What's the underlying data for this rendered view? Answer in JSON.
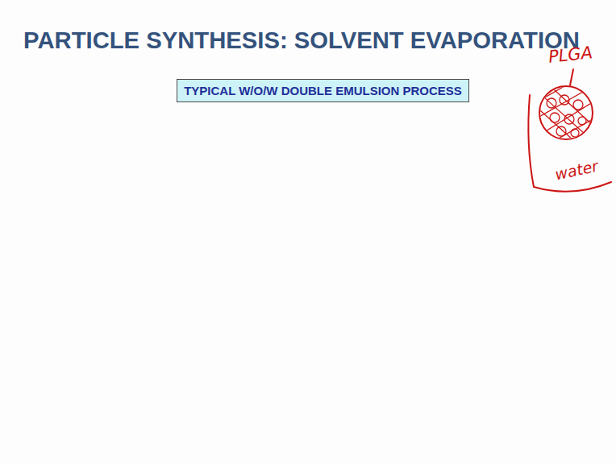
{
  "diagram": {
    "title": "PARTICLE SYNTHESIS: SOLVENT EVAPORATION",
    "nodes": [
      {
        "text": [
          "TYPICAL W/O/W DOUBLE EMULSION PROCESS"
        ]
      }
    ],
    "labels": [
      "PLGA",
      "water"
    ]
  }
}
